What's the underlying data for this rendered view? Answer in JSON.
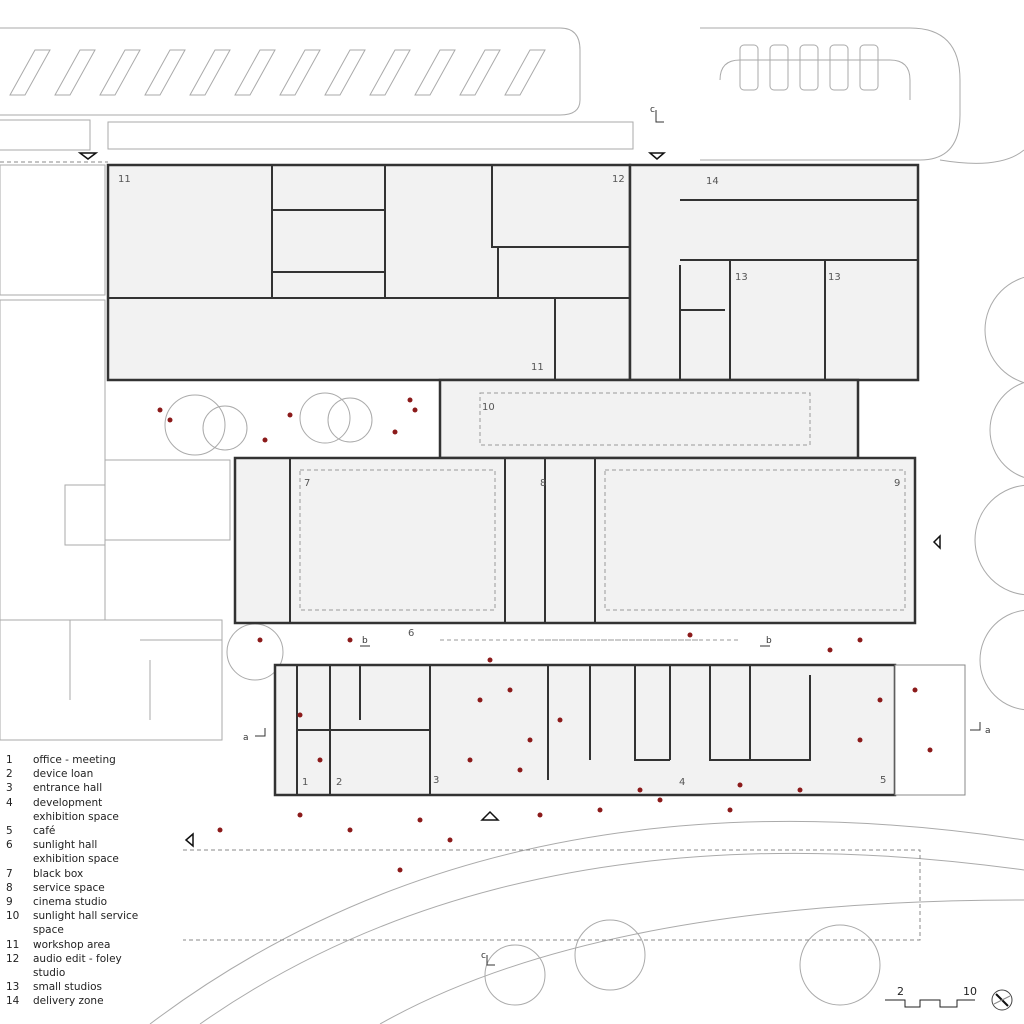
{
  "title": "Ground floor plan",
  "room_labels": [
    {
      "num": "11"
    },
    {
      "num": "12"
    },
    {
      "num": "14"
    },
    {
      "num": "13"
    },
    {
      "num": "13"
    },
    {
      "num": "11"
    },
    {
      "num": "10"
    },
    {
      "num": "7"
    },
    {
      "num": "8"
    },
    {
      "num": "9"
    },
    {
      "num": "6"
    },
    {
      "num": "1"
    },
    {
      "num": "2"
    },
    {
      "num": "3"
    },
    {
      "num": "4"
    },
    {
      "num": "5"
    }
  ],
  "section_markers": {
    "a": "a",
    "b": "b",
    "c": "c"
  },
  "legend": [
    {
      "num": "1",
      "label": "office - meeting"
    },
    {
      "num": "2",
      "label": "device loan"
    },
    {
      "num": "3",
      "label": "entrance hall"
    },
    {
      "num": "4",
      "label": "development exhibition space"
    },
    {
      "num": "5",
      "label": "café"
    },
    {
      "num": "6",
      "label": "sunlight hall exhibition space"
    },
    {
      "num": "7",
      "label": "black box"
    },
    {
      "num": "8",
      "label": "service space"
    },
    {
      "num": "9",
      "label": "cinema studio"
    },
    {
      "num": "10",
      "label": "sunlight hall service space"
    },
    {
      "num": "11",
      "label": "workshop area"
    },
    {
      "num": "12",
      "label": "audio edit - foley studio"
    },
    {
      "num": "13",
      "label": "small studios"
    },
    {
      "num": "14",
      "label": "delivery zone"
    }
  ],
  "scale_bar": {
    "start": "2",
    "end": "10"
  },
  "colors": {
    "wall": "#333333",
    "floor": "#f2f2f2",
    "context": "#999999",
    "people": "#8b1a1a"
  }
}
